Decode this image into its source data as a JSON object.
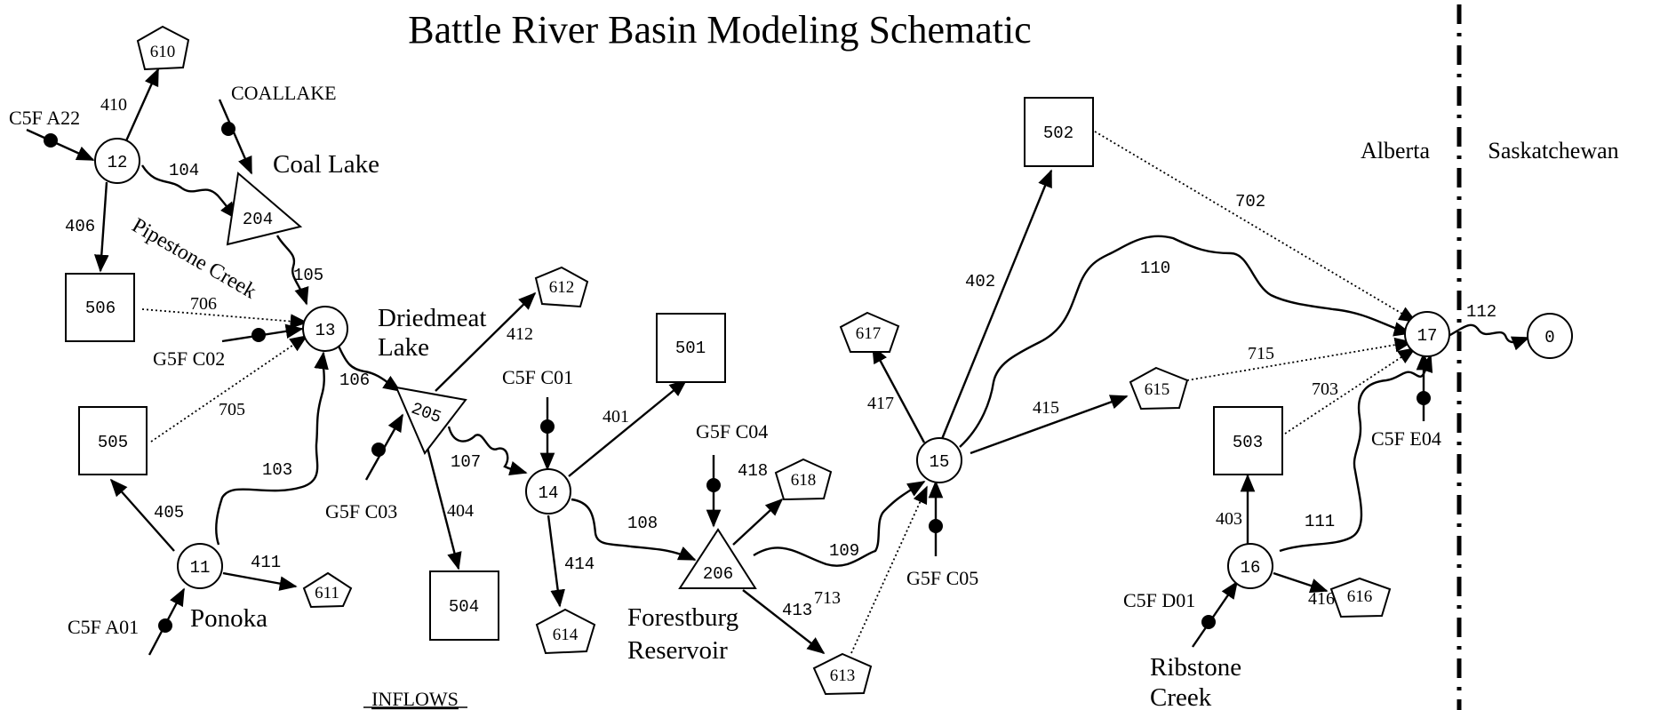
{
  "title": "Battle River Basin Modeling Schematic",
  "regions": {
    "left": "Alberta",
    "right": "Saskatchewan"
  },
  "place_labels": {
    "coal_lake": "Coal Lake",
    "pipestone_creek": "Pipestone Creek",
    "driedmeat_line1": "Driedmeat",
    "driedmeat_line2": "Lake",
    "ponoka": "Ponoka",
    "forestburg_line1": "Forestburg",
    "forestburg_line2": "Reservoir",
    "ribstone_line1": "Ribstone",
    "ribstone_line2": "Creek"
  },
  "inflows_heading": "INFLOWS",
  "inflows": {
    "a22": "C5F  A22",
    "coallake": "COALLAKE",
    "c02": "G5F C02",
    "c03": "G5F C03",
    "a01": "C5F A01",
    "c01": "C5F  C01",
    "c04": "G5F C04",
    "c05": "G5F C05",
    "d01": "C5F  D01",
    "e04": "C5F  E04"
  },
  "nodes": {
    "n0": "0",
    "n11": "11",
    "n12": "12",
    "n13": "13",
    "n14": "14",
    "n15": "15",
    "n16": "16",
    "n17": "17",
    "n204": "204",
    "n205": "205",
    "n206": "206",
    "n501": "501",
    "n502": "502",
    "n503": "503",
    "n504": "504",
    "n505": "505",
    "n506": "506",
    "n610": "610",
    "n611": "611",
    "n612": "612",
    "n613": "613",
    "n614": "614",
    "n615": "615",
    "n616": "616",
    "n617": "617",
    "n618": "618"
  },
  "links": {
    "l103": "103",
    "l104": "104",
    "l105": "105",
    "l106": "106",
    "l107": "107",
    "l108": "108",
    "l109": "109",
    "l110": "110",
    "l111": "111",
    "l112": "112",
    "l401": "401",
    "l402": "402",
    "l403": "403",
    "l404": "404",
    "l405": "405",
    "l406": "406",
    "l410": "410",
    "l411": "411",
    "l412": "412",
    "l413": "413",
    "l414": "414",
    "l415": "415",
    "l416": "416",
    "l417": "417",
    "l418": "418",
    "l702": "702",
    "l703": "703",
    "l705": "705",
    "l706": "706",
    "l713": "713",
    "l715": "715"
  }
}
